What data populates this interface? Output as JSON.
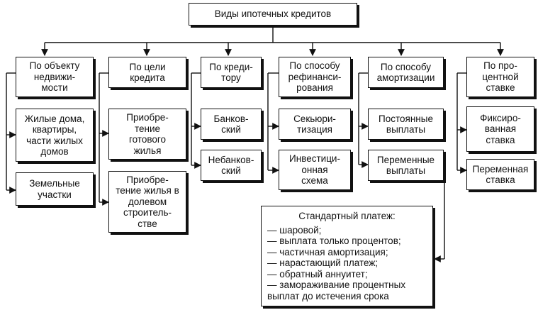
{
  "title": "Виды ипотечных кредитов",
  "categories": [
    {
      "label": "По объекту\nнедвижи-\nмости",
      "items": [
        "Жилые дома,\nквартиры,\nчасти жилых\nдомов",
        "Земельные\nучастки"
      ]
    },
    {
      "label": "По цели\nкредита",
      "items": [
        "Приобре-\nтение\nготового\nжилья",
        "Приобре-\nтение жилья в\nдолевом\nстроитель-\nстве"
      ]
    },
    {
      "label": "По креди-\nтору",
      "items": [
        "Банков-\nский",
        "Небанков-\nский"
      ]
    },
    {
      "label": "По способу\nрефинанси-\nрования",
      "items": [
        "Секьюри-\nтизация",
        "Инвестици-\nонная\nсхема"
      ]
    },
    {
      "label": "По способу\nамортизации",
      "items": [
        "Постоянные\nвыплаты",
        "Переменные\nвыплаты"
      ]
    },
    {
      "label": "По про-\nцентной\nставке",
      "items": [
        "Фиксиро-\nванная\nставка",
        "Переменная\nставка"
      ]
    }
  ],
  "standard_payment": {
    "title": "Стандартный платеж:",
    "items": [
      "— шаровой;",
      "— выплата только процентов;",
      "— частичная амортизация;",
      "— нарастающий платеж;",
      "— обратный аннуитет;",
      "— замораживание процентных\n    выплат до истечения срока"
    ]
  }
}
